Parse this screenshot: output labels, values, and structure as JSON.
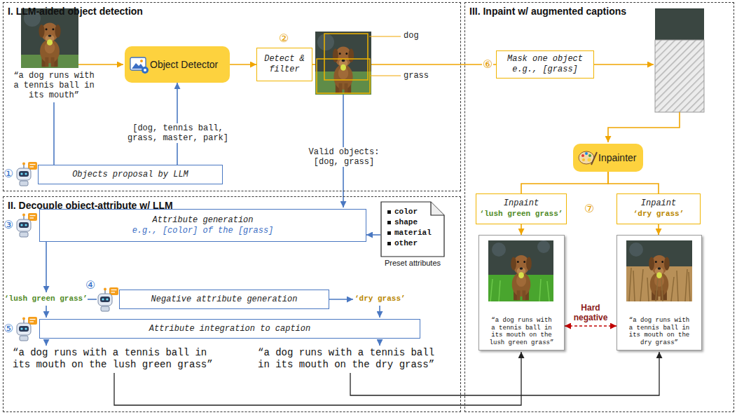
{
  "diagram": {
    "nodes": [
      {
        "text": [
          "I. LLM-aided object detection"
        ]
      },
      {
        "text": [
          "Object Detector"
        ],
        "in": 0
      },
      {
        "text": [
          "Detect & filter"
        ],
        "in": 0
      },
      {
        "text": [
          "Objects proposal by LLM"
        ],
        "in": 0
      },
      {
        "text": [
          "II. Decouple object-attribute w/ LLM"
        ]
      },
      {
        "text": [
          "Attribute generation",
          "e.g., [color] of the [grass]"
        ],
        "in": 4
      },
      {
        "text": [
          "color",
          "shape",
          "material",
          "other",
          "Preset attributes"
        ],
        "in": 4
      },
      {
        "text": [
          "Negative attribute generation"
        ],
        "in": 4
      },
      {
        "text": [
          "Attribute integration to caption"
        ],
        "in": 4
      },
      {
        "text": [
          "III. Inpaint w/ augmented captions"
        ]
      },
      {
        "text": [
          "Mask one object",
          "e.g., [grass]"
        ],
        "in": 9
      },
      {
        "text": [
          "Inpainter"
        ],
        "in": 9
      },
      {
        "text": [
          "Inpaint",
          "‘lush green grass’"
        ],
        "in": 9
      },
      {
        "text": [
          "Inpaint",
          "‘dry grass’"
        ],
        "in": 9
      },
      {
        "text": [
          "“a dog runs with a tennis ball in its mouth on the lush green grass”"
        ],
        "in": 9
      },
      {
        "text": [
          "“a dog runs with a tennis ball in its mouth on the dry grass”"
        ],
        "in": 9
      }
    ],
    "edges": [
      {
        "from": 1,
        "to": 2,
        "arrow": "to"
      },
      {
        "from": 3,
        "to": 1,
        "arrow": "to"
      },
      {
        "from": 6,
        "to": 5,
        "arrow": "to"
      },
      {
        "from": 11,
        "to": 12,
        "arrow": "none"
      },
      {
        "from": 11,
        "to": 13,
        "arrow": "none"
      },
      {
        "from": 12,
        "to": 14,
        "arrow": "to"
      },
      {
        "from": 13,
        "to": 15,
        "arrow": "to"
      },
      {
        "from": 14,
        "to": 15,
        "arrow": "both",
        "label": "Hard negative"
      }
    ],
    "labels": [
      "“a dog runs with a tennis ball in its mouth”",
      "①",
      "[dog, tennis ball, grass, master, park]",
      "②",
      "dog",
      "grass",
      "Valid objects: [dog, grass]",
      "③",
      "‘lush green grass’",
      "④",
      "‘dry grass’",
      "⑤",
      "“a dog runs with a tennis ball in its mouth on the lush green grass”",
      "“a dog runs with a tennis ball in its mouth on the dry grass”",
      "⑥",
      "⑦"
    ]
  }
}
